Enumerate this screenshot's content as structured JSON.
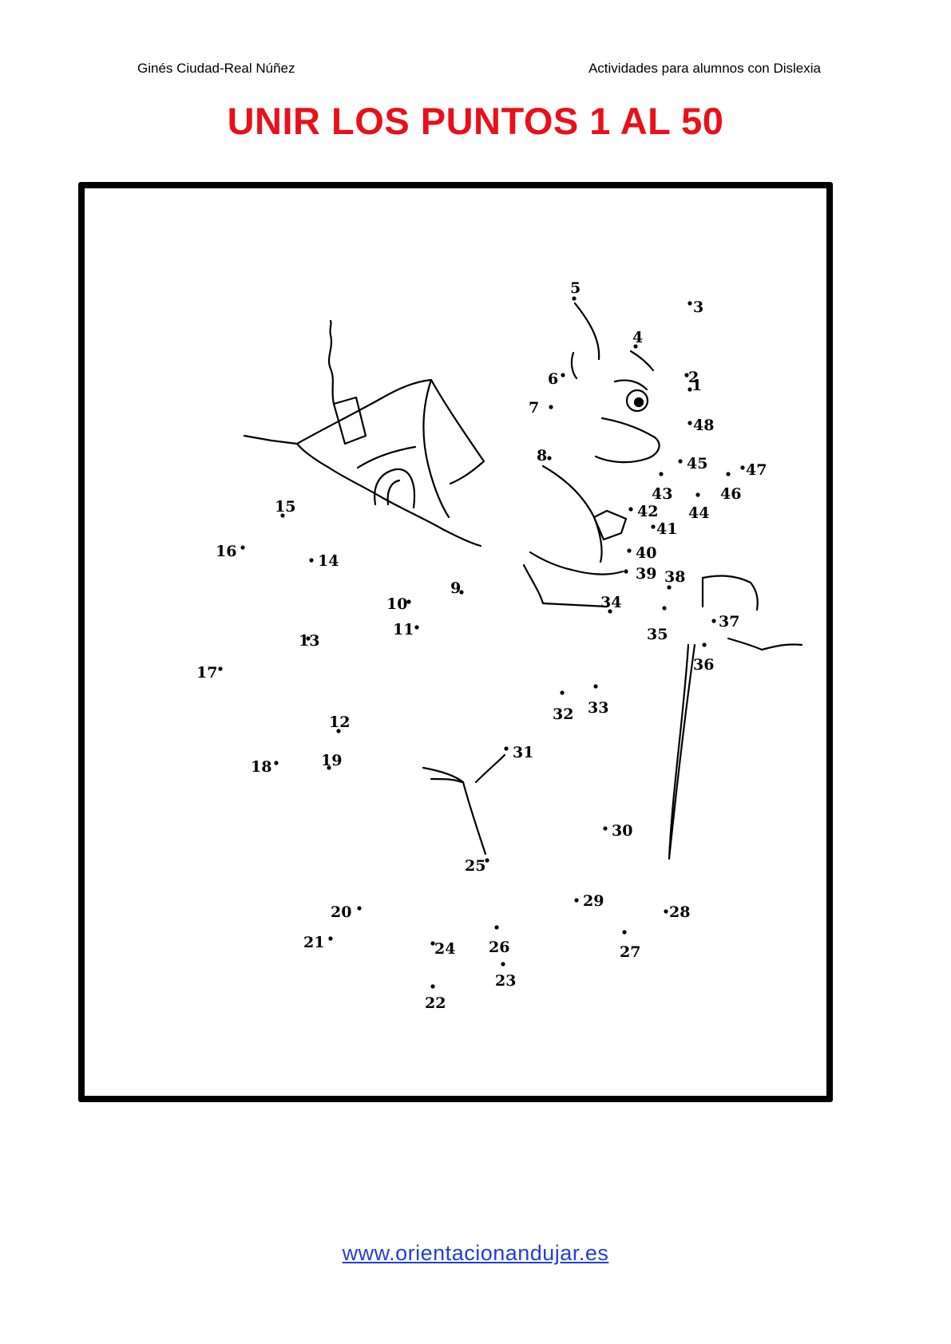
{
  "header": {
    "author": "Ginés Ciudad-Real Núñez",
    "subtitle": "Actividades para alumnos con Dislexia"
  },
  "title": "UNIR LOS PUNTOS 1 AL 50",
  "footer": {
    "link_text": "www.orientacionandujar.es"
  },
  "dots": [
    {
      "n": "1"
    },
    {
      "n": "2"
    },
    {
      "n": "3"
    },
    {
      "n": "4"
    },
    {
      "n": "5"
    },
    {
      "n": "6"
    },
    {
      "n": "7"
    },
    {
      "n": "8"
    },
    {
      "n": "9"
    },
    {
      "n": "10"
    },
    {
      "n": "11"
    },
    {
      "n": "12"
    },
    {
      "n": "13"
    },
    {
      "n": "14"
    },
    {
      "n": "15"
    },
    {
      "n": "16"
    },
    {
      "n": "17"
    },
    {
      "n": "18"
    },
    {
      "n": "19"
    },
    {
      "n": "20"
    },
    {
      "n": "21"
    },
    {
      "n": "22"
    },
    {
      "n": "23"
    },
    {
      "n": "24"
    },
    {
      "n": "25"
    },
    {
      "n": "26"
    },
    {
      "n": "27"
    },
    {
      "n": "28"
    },
    {
      "n": "29"
    },
    {
      "n": "30"
    },
    {
      "n": "31"
    },
    {
      "n": "32"
    },
    {
      "n": "33"
    },
    {
      "n": "34"
    },
    {
      "n": "35"
    },
    {
      "n": "36"
    },
    {
      "n": "37"
    },
    {
      "n": "38"
    },
    {
      "n": "39"
    },
    {
      "n": "40"
    },
    {
      "n": "41"
    },
    {
      "n": "42"
    },
    {
      "n": "43"
    },
    {
      "n": "44"
    },
    {
      "n": "45"
    },
    {
      "n": "46"
    },
    {
      "n": "47"
    },
    {
      "n": "48"
    }
  ],
  "colors": {
    "title": "#e8101a",
    "link": "#1f3fd6"
  }
}
